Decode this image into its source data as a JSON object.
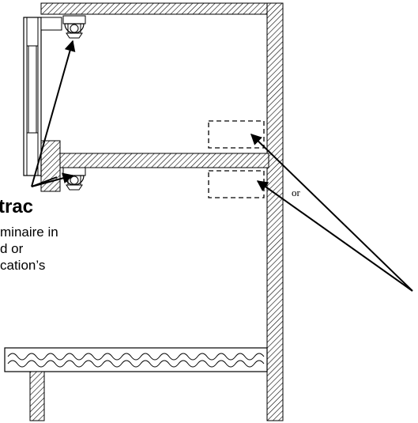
{
  "labels": {
    "title": "trac",
    "body_lines": [
      "minaire in",
      "d or",
      "cation’s"
    ],
    "or": "or"
  }
}
